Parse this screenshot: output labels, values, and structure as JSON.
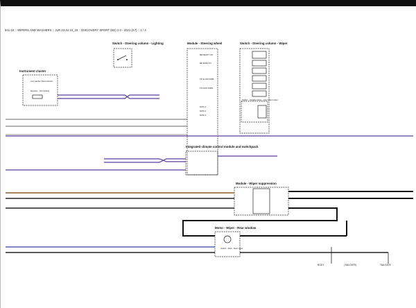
{
  "header": "541-16 :: WIPERS AND WASHERS :: JLR 23-34 10_33 :: DISCOVERY SPORT (EE) 2.0 - 2021 (K7) :: 1 / 4",
  "components": {
    "instrument_cluster": "Instrument cluster",
    "switch_steering_lighting": "Switch - Steering column - Lighting",
    "module_steering_wheel": "Module - Steering wheel",
    "switch_steering_wiper": "Switch - Steering column - Wiper",
    "climate_control": "Integrated climate control module and switchpack",
    "module_wiper_suppression": "Module - Wiper suppression",
    "motor_wiper_rear": "Motor - Wiper - Rear window",
    "low_washer": "Low washer fluid indicator",
    "resistor_terminating": "Resistor - Terminating",
    "switch_wiper_delay": "Switch - Variable delay - intermittent wiper",
    "switch_park": "Switch - Park - Rear wiper"
  },
  "labels": {
    "body": "BODY",
    "tailgate": "TAILGATE",
    "tailgate_mid": "(TAILGATE)"
  }
}
